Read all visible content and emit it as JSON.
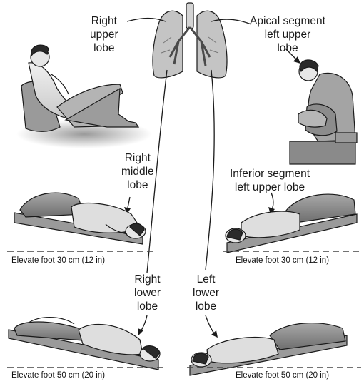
{
  "labels": {
    "right_upper": [
      "Right",
      "upper",
      "lobe"
    ],
    "apical_left_upper": [
      "Apical segment",
      "left upper",
      "lobe"
    ],
    "right_middle": [
      "Right",
      "middle",
      "lobe"
    ],
    "inferior_left_upper": [
      "Inferior segment",
      "left upper lobe"
    ],
    "right_lower": [
      "Right",
      "lower",
      "lobe"
    ],
    "left_lower": [
      "Left",
      "lower",
      "lobe"
    ]
  },
  "captions": {
    "mid_left": "Elevate foot 30 cm (12 in)",
    "mid_right": "Elevate foot 30 cm (12 in)",
    "bottom_left": "Elevate foot 50 cm (20 in)",
    "bottom_right": "Elevate foot 50 cm (20 in)"
  },
  "colors": {
    "ink": "#1a1a1a",
    "skin": "#e4e4e4",
    "cloth_dark": "#8a8a8a",
    "board": "#9a9a9a",
    "lung": "#b8b8b8"
  }
}
